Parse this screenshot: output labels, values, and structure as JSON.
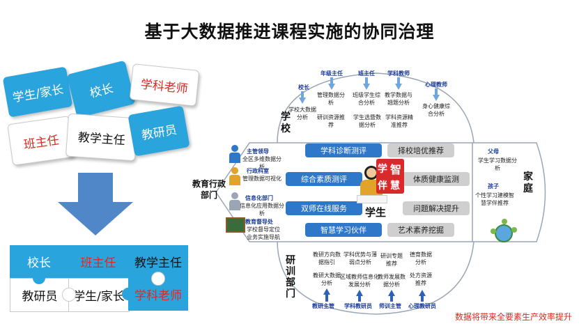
{
  "title": "基于大数据推进课程实施的协同治理",
  "puzzle_top": {
    "student_parent": "学生/家长",
    "principal": "校长",
    "subject_teacher": "学科老师",
    "class_teacher": "班主任",
    "academic_director": "教学主任",
    "research_staff": "教研员"
  },
  "puzzle_bottom": {
    "principal": "校长",
    "class_teacher": "班主任",
    "academic_director": "教学主任",
    "research_staff": "教研员",
    "student_parent": "学生/家长",
    "subject_teacher": "学科老师"
  },
  "school": {
    "label": "学校",
    "columns": [
      {
        "head": "校长",
        "text": "学校大数据分析"
      },
      {
        "head": "年级主任",
        "text1": "管理数据分析",
        "text2": "研训资源推荐"
      },
      {
        "head": "班主任",
        "text1": "班级学生综合分析",
        "text2": "学生选暨数据分析"
      },
      {
        "head": "学科教师",
        "text1": "教学数据与翘题分析",
        "text2": "学科资源精准推荐"
      },
      {
        "head": "心理教师",
        "text1": "身心健康综合分析"
      }
    ]
  },
  "admin": {
    "label": "教育行政部门",
    "items": [
      {
        "head": "主管领导",
        "text": "全区多维数据分析"
      },
      {
        "head": "行政科室",
        "text": "管理数据可视化"
      },
      {
        "head": "信息化部门",
        "text": "信息化应用数据分析"
      },
      {
        "head": "教育督导处",
        "text1": "学校督导定位",
        "text2": "业务实施导航"
      }
    ]
  },
  "center": {
    "student": "学生",
    "smart_chars": [
      "学",
      "智",
      "伴",
      "慧"
    ],
    "left_pills": [
      "学科诊断测评",
      "综合素质测评",
      "双师在线服务",
      "智慧学习伙伴"
    ],
    "right_pills": [
      "择校培优推荐",
      "体质健康监测",
      "问题解决提升",
      "艺术素养挖掘"
    ]
  },
  "family": {
    "label": "家庭",
    "parent_head": "父母",
    "parent_text": "学生学习数据分析",
    "child_head": "孩子",
    "child_text": "个性学习建模智慧学伴推荐"
  },
  "research": {
    "label": "研训部门",
    "columns": [
      {
        "text1": "教研方向数据指引",
        "text2": "教研大数据分析",
        "foot": "教研主管"
      },
      {
        "text1": "学科优势与薄弱点分析",
        "text2": "区域教师信息化发展分析",
        "foot": "学科教研员"
      },
      {
        "text1": "研训专题推荐",
        "text2": "教师发展数据分析",
        "foot": "师训主管"
      },
      {
        "text1": "德育数据分析",
        "text2": "处方资源推荐",
        "foot": "心理教研员"
      }
    ]
  },
  "footer": "数据将带来全要素生产效率提升"
}
